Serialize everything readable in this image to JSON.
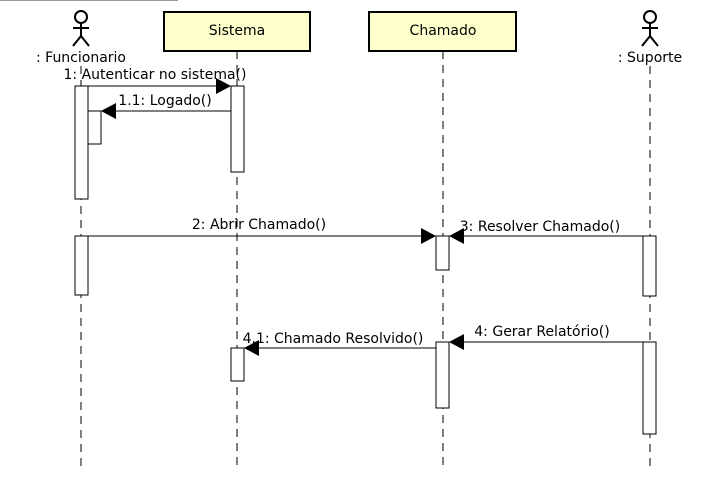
{
  "colors": {
    "object_fill": "#ffffcc",
    "line": "#000000",
    "background": "#ffffff"
  },
  "participants": {
    "funcionario": {
      "label": ": Funcionario",
      "kind": "actor"
    },
    "sistema": {
      "label": "Sistema",
      "kind": "object"
    },
    "chamado": {
      "label": "Chamado",
      "kind": "object"
    },
    "suporte": {
      "label": ": Suporte",
      "kind": "actor"
    }
  },
  "messages": {
    "m1": {
      "label": "1: Autenticar no sistema()"
    },
    "m1_1": {
      "label": "1.1: Logado()"
    },
    "m2": {
      "label": "2: Abrir Chamado()"
    },
    "m3": {
      "label": "3: Resolver Chamado()"
    },
    "m4": {
      "label": "4: Gerar Relatório()"
    },
    "m4_1": {
      "label": "4.1: Chamado Resolvido()"
    }
  }
}
